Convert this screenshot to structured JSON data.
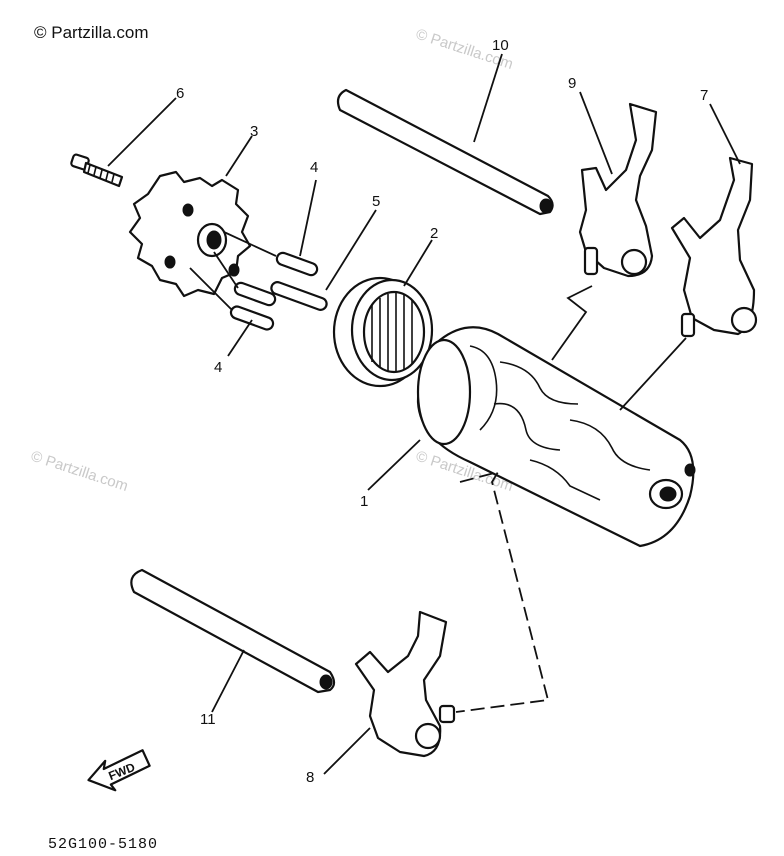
{
  "watermark": {
    "main": "© Partzilla.com",
    "faint": "© Partzilla.com"
  },
  "callouts": {
    "c1": "1",
    "c2": "2",
    "c3": "3",
    "c4a": "4",
    "c4b": "4",
    "c5": "5",
    "c6": "6",
    "c7": "7",
    "c8": "8",
    "c9": "9",
    "c10": "10",
    "c11": "11"
  },
  "fwd_label": "FWD",
  "diagram_code": "52G100-5180",
  "colors": {
    "line": "#111111",
    "background": "#ffffff",
    "watermark": "#c9c9c9"
  }
}
